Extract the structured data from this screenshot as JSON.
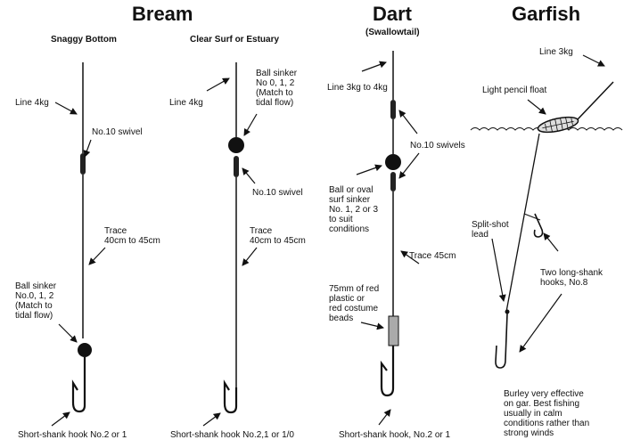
{
  "titles": {
    "bream": "Bream",
    "dart": "Dart",
    "dart_sub": "(Swallowtail)",
    "garfish": "Garfish"
  },
  "bream_snaggy": {
    "heading": "Snaggy Bottom",
    "line": "Line 4kg",
    "swivel": "No.10 swivel",
    "trace": "Trace\n40cm to 45cm",
    "sinker": "Ball sinker\nNo.0, 1, 2\n(Match to\ntidal flow)",
    "hook": "Short-shank hook No.2 or 1"
  },
  "bream_clear": {
    "heading": "Clear Surf or Estuary",
    "line": "Line 4kg",
    "sinker": "Ball sinker\nNo 0, 1, 2\n(Match to\ntidal flow)",
    "swivel": "No.10 swivel",
    "trace": "Trace\n40cm to 45cm",
    "hook": "Short-shank hook No.2,1 or 1/0"
  },
  "dart": {
    "line": "Line 3kg to 4kg",
    "swivels": "No.10 swivels",
    "sinker": "Ball or oval\nsurf sinker\nNo. 1, 2 or 3\nto suit\nconditions",
    "trace": "Trace 45cm",
    "beads": "75mm of red\nplastic or\nred costume\nbeads",
    "hook": "Short-shank hook, No.2 or 1"
  },
  "garfish": {
    "line": "Line 3kg",
    "float": "Light pencil float",
    "shot": "Split-shot\nlead",
    "hooks": "Two long-shank\nhooks, No.8",
    "note": "Burley very effective\non gar. Best fishing\nusually in calm\nconditions rather than\nstrong winds"
  }
}
